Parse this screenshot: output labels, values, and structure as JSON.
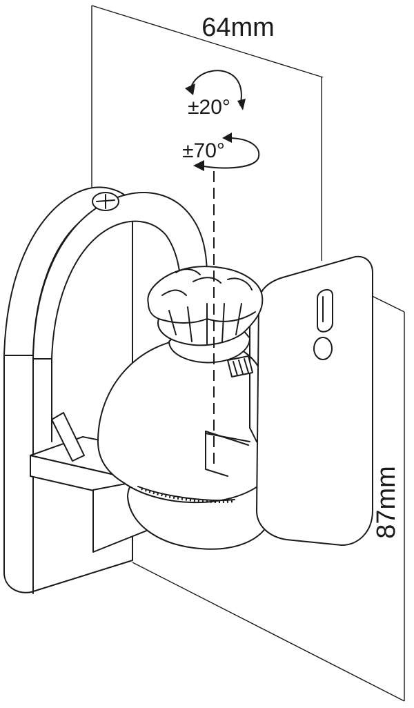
{
  "dimensions": {
    "width_label": "64mm",
    "height_label": "87mm"
  },
  "rotation": {
    "tilt_label": "±20°",
    "swivel_label": "±70°"
  },
  "colors": {
    "line": "#1a1a1a",
    "background": "#ffffff"
  }
}
